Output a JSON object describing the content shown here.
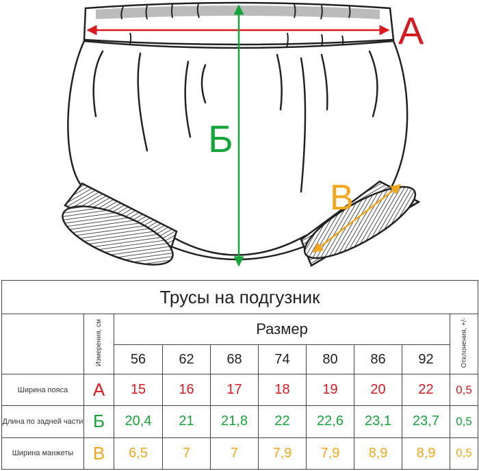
{
  "diagram": {
    "label_a": "А",
    "label_b": "Б",
    "label_v": "В",
    "colors": {
      "a": "#d71920",
      "b": "#15a538",
      "v": "#f5a71b"
    }
  },
  "table": {
    "title": "Трусы на подгузник",
    "measurements_header": "Измерения, см",
    "size_header": "Размер",
    "deviation_header": "Отклонения, +/-",
    "sizes": [
      "56",
      "62",
      "68",
      "74",
      "80",
      "86",
      "92"
    ],
    "rows": [
      {
        "label": "Ширина пояса",
        "letter": "А",
        "values": [
          "15",
          "16",
          "17",
          "18",
          "19",
          "20",
          "22"
        ],
        "deviation": "0,5"
      },
      {
        "label": "Длина по задней части",
        "letter": "Б",
        "values": [
          "20,4",
          "21",
          "21,8",
          "22",
          "22,6",
          "23,1",
          "23,7"
        ],
        "deviation": "0,5"
      },
      {
        "label": "Ширина манжеты",
        "letter": "В",
        "values": [
          "6,5",
          "7",
          "7",
          "7,9",
          "7,9",
          "8,9",
          "8,9"
        ],
        "deviation": "0,5"
      }
    ]
  }
}
